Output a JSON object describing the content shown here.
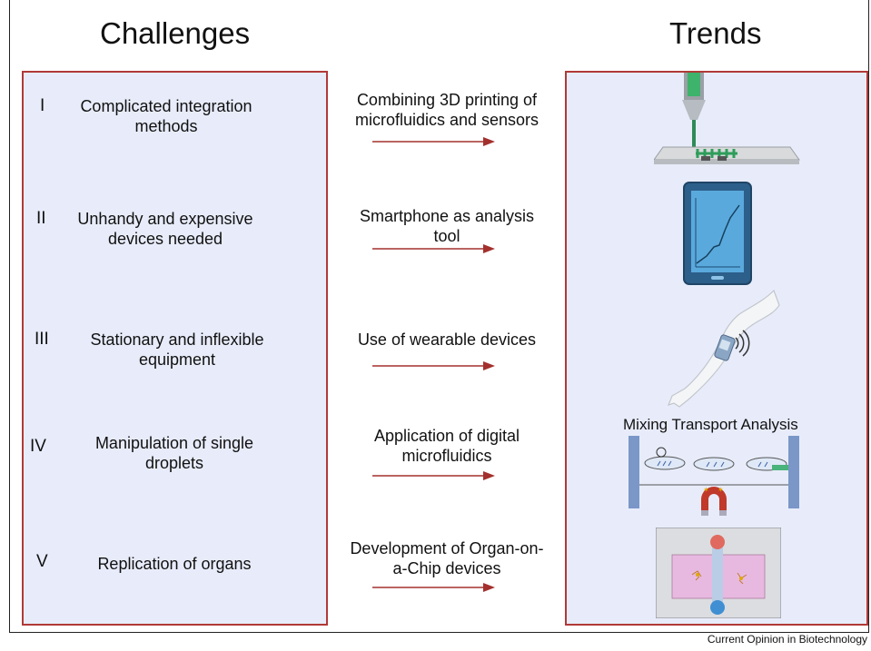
{
  "headings": {
    "left": "Challenges",
    "right": "Trends"
  },
  "challenges": [
    {
      "numeral": "I",
      "text": "Complicated integration methods",
      "line1": "Complicated integration",
      "line2": "methods"
    },
    {
      "numeral": "II",
      "text": "Unhandy and expensive devices needed",
      "line1": "Unhandy and expensive",
      "line2": "devices needed"
    },
    {
      "numeral": "III",
      "text": "Stationary and inflexible equipment",
      "line1": "Stationary and inflexible",
      "line2": "equipment"
    },
    {
      "numeral": "IV",
      "text": "Manipulation of single droplets",
      "line1": "Manipulation of single",
      "line2": "droplets"
    },
    {
      "numeral": "V",
      "text": "Replication of organs",
      "line1": "Replication of organs",
      "line2": ""
    }
  ],
  "trends": [
    {
      "line1": "Combining 3D printing of",
      "line2": "microfluidics and sensors"
    },
    {
      "line1": "Smartphone as analysis",
      "line2": "tool"
    },
    {
      "line1": "Use of wearable devices",
      "line2": ""
    },
    {
      "line1": "Application of digital",
      "line2": "microfluidics"
    },
    {
      "line1": "Development of Organ-on-",
      "line2": "a-Chip devices"
    }
  ],
  "illustrations": {
    "digital_microfluidics_label": "Mixing Transport Analysis",
    "icons": [
      "3d-printer-icon",
      "tablet-icon",
      "wearable-arm-icon",
      "digital-microfluidics-icon",
      "organ-on-chip-icon"
    ]
  },
  "colors": {
    "panel_fill": "#e8ecfa",
    "panel_border": "#b03a37",
    "arrow": "#a3302d"
  },
  "footer": "Current Opinion in Biotechnology"
}
